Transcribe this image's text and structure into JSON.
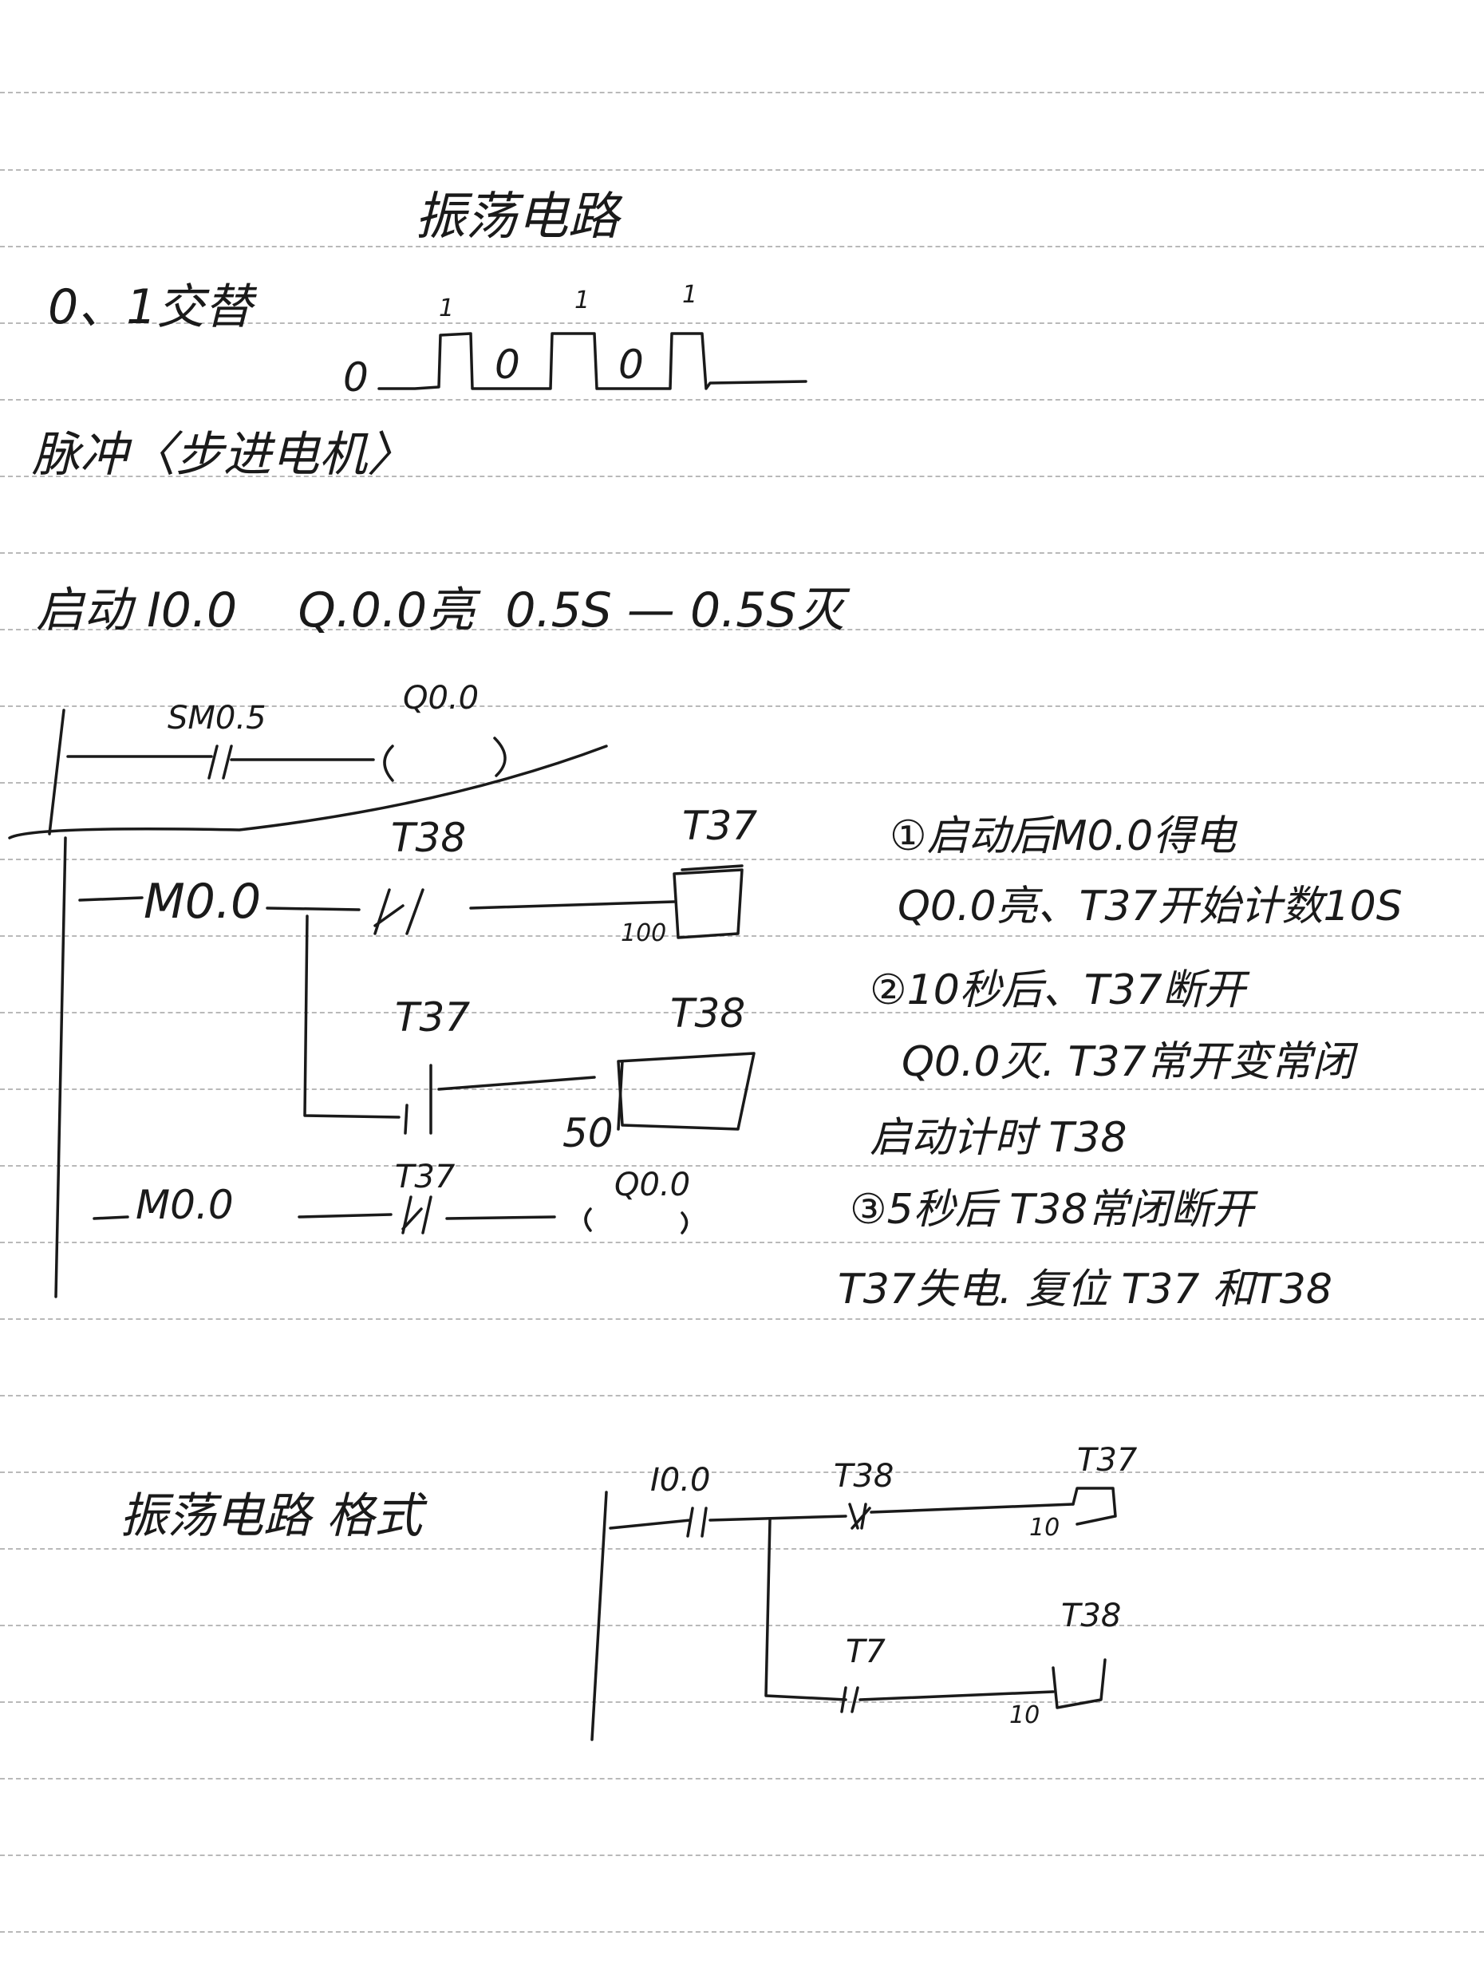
{
  "notebook": {
    "ruling": "dashed-horizontal",
    "ink_color": "#1a1a1a",
    "rule_color": "#b9b9b9"
  },
  "section1": {
    "title": "振荡电路",
    "alternation_label": "0、1交替",
    "waveform": {
      "levels": [
        "1",
        "1",
        "1"
      ],
      "zeros": [
        "0",
        "0",
        "0"
      ]
    },
    "pulse_label": "脉冲〈步进电机〉",
    "spec_line": "启动 I0.0    Q.0.0亮  0.5S — 0.5S灭"
  },
  "ladder1": {
    "sm_contact": "SM0.5",
    "sm_coil": "Q0.0"
  },
  "ladder2": {
    "rung1": {
      "input": "M0.0",
      "contact": "T38",
      "timer": "T37",
      "preset": "100"
    },
    "rung2": {
      "contact": "T37",
      "timer": "T38",
      "preset": "50"
    },
    "rung3": {
      "input": "M0.0",
      "contact": "T37",
      "coil": "Q0.0"
    }
  },
  "notes": [
    "①启动后M0.0得电",
    "Q0.0亮、T37开始计数10S",
    "②10秒后、T37断开",
    "Q0.0灭. T37常开变常闭",
    "启动计时 T38",
    "③5秒后 T38常闭断开",
    "T37失电. 复位 T37 和T38"
  ],
  "section2": {
    "title": "振荡电路 格式",
    "input": "I0.0",
    "contact_t38": "T38",
    "timer_t37": "T37",
    "preset_t37": "10",
    "contact_t37": "T7",
    "timer_t38": "T38",
    "preset_t38": "10"
  }
}
